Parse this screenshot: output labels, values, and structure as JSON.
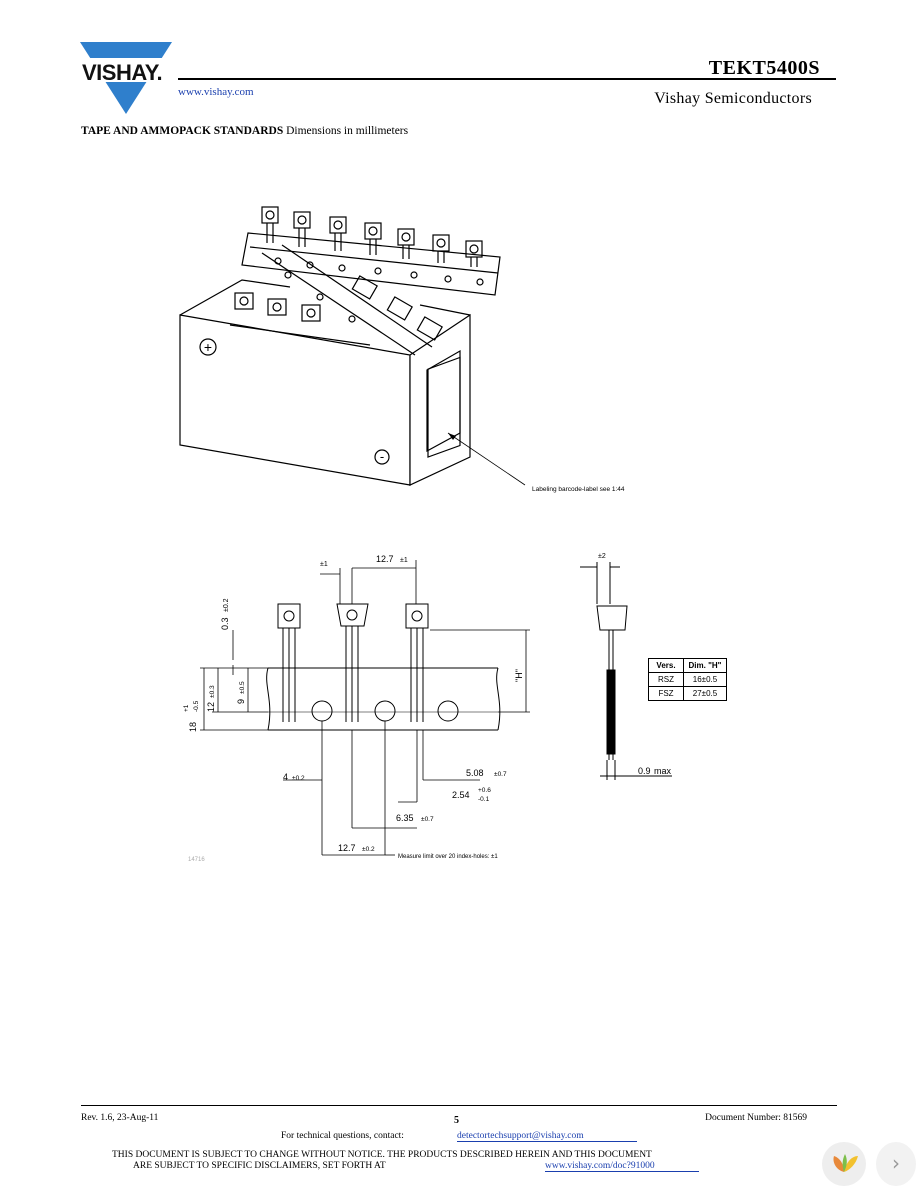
{
  "header": {
    "logo_text": "VISHAY.",
    "website": "www.vishay.com",
    "doc_title": "TEKT5400S",
    "brand_subtitle": "Vishay Semiconductors"
  },
  "section": {
    "title": "TAPE AND AMMOPACK STANDARDS",
    "subtitle": "Dimensions in millimeters"
  },
  "figure_top": {
    "plus_mark": "+",
    "minus_mark": "-",
    "label_note": "Labeling barcode-label see 1:44"
  },
  "figure_bottom": {
    "dim_pm1": "±1",
    "dim_pitch": "12.7",
    "dim_pitch_tol": "±1",
    "dim_03": "0.3",
    "dim_03_tol": "±0.2",
    "dim_18": "18",
    "dim_18_tol_top": "+1",
    "dim_18_tol_bot": "-0.5",
    "dim_12": "12",
    "dim_12_tol": "±0.3",
    "dim_9": "9",
    "dim_9_tol": "±0.5",
    "dim_H": "\"H\"",
    "dim_4": "4",
    "dim_4_tol": "±0.2",
    "dim_508": "5.08",
    "dim_508_tol": "±0.7",
    "dim_254": "2.54",
    "dim_254_tol_top": "+0.6",
    "dim_254_tol_bot": "-0.1",
    "dim_635": "6.35",
    "dim_635_tol": "±0.7",
    "dim_127b": "12.7",
    "dim_127b_tol": "±0.2",
    "measure_note": "Measure limit over 20 index-holes: ±1",
    "drawing_code": "14716",
    "side_top_dim": "±2",
    "side_lead": "0.9",
    "side_lead_unit": "max",
    "table": {
      "headers": [
        "Vers.",
        "Dim. \"H\""
      ],
      "rows": [
        [
          "RSZ",
          "16±0.5"
        ],
        [
          "FSZ",
          "27±0.5"
        ]
      ]
    }
  },
  "footer": {
    "rev": "Rev. 1.6, 23-Aug-11",
    "page": "5",
    "doc_number": "Document Number: 81569",
    "tech_questions": "For technical questions, contact:",
    "tech_email": "detectortechsupport@vishay.com",
    "notice_line1": "THIS DOCUMENT IS SUBJECT TO CHANGE WITHOUT NOTICE. THE PRODUCTS DESCRIBED HEREIN AND THIS DOCUMENT",
    "notice_line2": "ARE SUBJECT TO SPECIFIC DISCLAIMERS, SET FORTH AT",
    "disclaimer_link": "www.vishay.com/doc?91000"
  },
  "viewer": {
    "next_glyph": "›"
  }
}
